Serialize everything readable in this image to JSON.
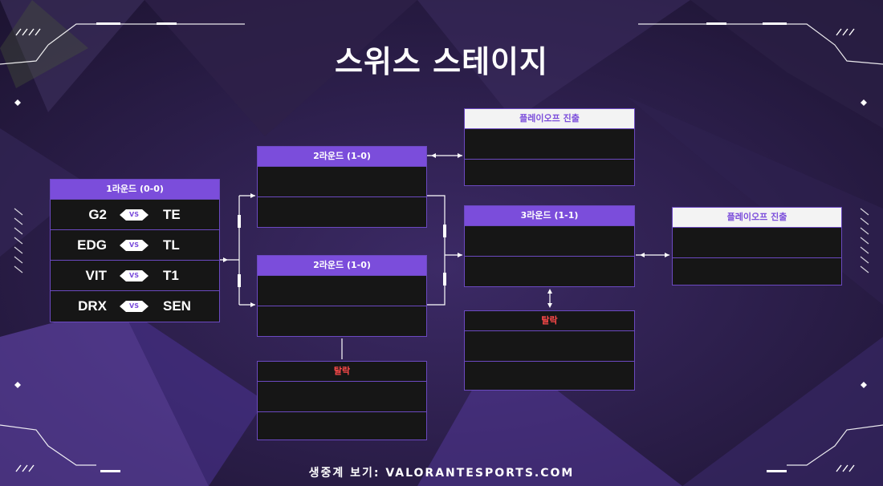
{
  "title": "스위스 스테이지",
  "footer": "생중계 보기: VALORANTESPORTS.COM",
  "colors": {
    "accent": "#7b4ddb",
    "eliminated": "#ff4a4a",
    "border": "#6b49c0"
  },
  "round1": {
    "label": "1라운드 (0-0)",
    "matches": [
      {
        "team_a": "G2",
        "vs": "VS",
        "team_b": "TE"
      },
      {
        "team_a": "EDG",
        "vs": "VS",
        "team_b": "TL"
      },
      {
        "team_a": "VIT",
        "vs": "VS",
        "team_b": "T1"
      },
      {
        "team_a": "DRX",
        "vs": "VS",
        "team_b": "SEN"
      }
    ]
  },
  "round2_upper": {
    "label": "2라운드 (1-0)"
  },
  "round2_lower": {
    "label": "2라운드 (1-0)"
  },
  "eliminated_1": {
    "label": "탈락"
  },
  "playoff_1": {
    "label": "플레이오프 진출"
  },
  "round3": {
    "label": "3라운드 (1-1)"
  },
  "eliminated_2": {
    "label": "탈락"
  },
  "playoff_2": {
    "label": "플레이오프 진출"
  }
}
